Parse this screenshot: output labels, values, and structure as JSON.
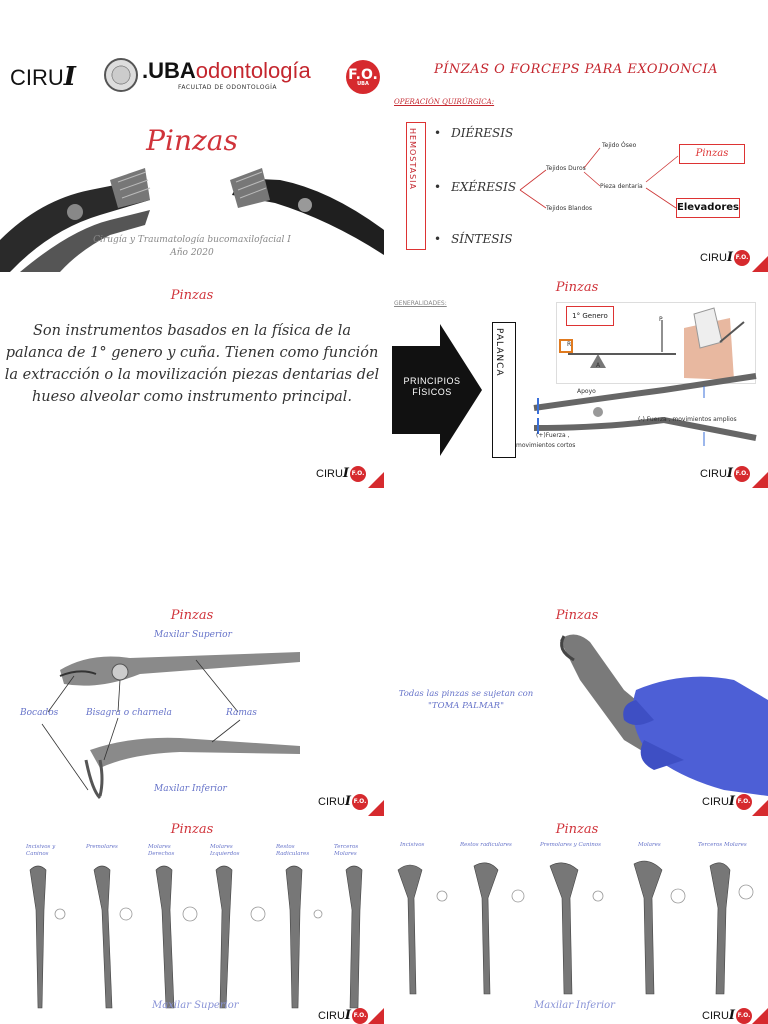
{
  "brand": {
    "ciru": "CIRU",
    "ciru_i": "I",
    "uba_bold": ".UBA",
    "uba_red": "odontología",
    "uba_sub": "FACULTAD DE ODONTOLOGÍA",
    "fo": "F.O.",
    "fo_sub": "UBA",
    "accent": "#d62a2e"
  },
  "slide1": {
    "title": "Pinzas",
    "subtitle_line1": "Cirugía y Traumatología bucomaxilofacial  I",
    "subtitle_line2": "Año 2020"
  },
  "slide2": {
    "title": "PÍNZAS O FORCEPS PARA EXODONCIA",
    "op_label": "OPERACIÓN QUIRÚRGICA:",
    "hemostasia": "HEMOSTASIA",
    "bullets": [
      "DIÉRESIS",
      "EXÉRESIS",
      "SÍNTESIS"
    ],
    "nodes": {
      "tejido_oseo": "Tejido Óseo",
      "tejidos_duros": "Tejidos Duros",
      "pieza_dentaria": "Pieza dentaria",
      "tejidos_blandos": "Tejidos Blandos"
    },
    "box_pinzas": "Pinzas",
    "box_elevadores": "Elevadores"
  },
  "slide3": {
    "title": "Pinzas",
    "body": "Son instrumentos basados en la física de la palanca de 1° genero y cuña. Tienen como función la extracción  o la movilización piezas dentarias del hueso alveolar como instrumento principal."
  },
  "slide4": {
    "title": "Pinzas",
    "generalidades": "GENERALIDADES:",
    "arrow_label": "PRINCIPIOS FÍSICOS",
    "palanca": "PALANCA",
    "genero": "1° Genero",
    "p": "P",
    "r": "R",
    "a": "A",
    "apoyo": "Apoyo",
    "menos_fuerza": "(-) Fuerza , movimientos amplios",
    "mas_fuerza": "(+)Fuerza ,",
    "mov_cortos": "movimientos cortos"
  },
  "slide5": {
    "title": "Pinzas",
    "maxilar_superior": "Maxilar Superior",
    "bocados": "Bocados",
    "bisagra": "Bisagra o charnela",
    "ramas": "Ramas",
    "maxilar_inferior": "Maxilar Inferior"
  },
  "slide6": {
    "title": "Pinzas",
    "text": "Todas las pinzas se sujetan con \"TOMA PALMAR\""
  },
  "slide7": {
    "title": "Pinzas",
    "categories": [
      "Incisivos y Caninos",
      "Premolares",
      "Molares Derechos",
      "Molares Izquierdos",
      "Restos Radiculares",
      "Terceros Molares"
    ],
    "jaw": "Maxilar Superior"
  },
  "slide8": {
    "title": "Pinzas",
    "categories": [
      "Incisivos",
      "Restos radiculares",
      "Premolares y Caninos",
      "Molares",
      "Terceros Molares"
    ],
    "jaw": "Maxilar Inferior"
  }
}
